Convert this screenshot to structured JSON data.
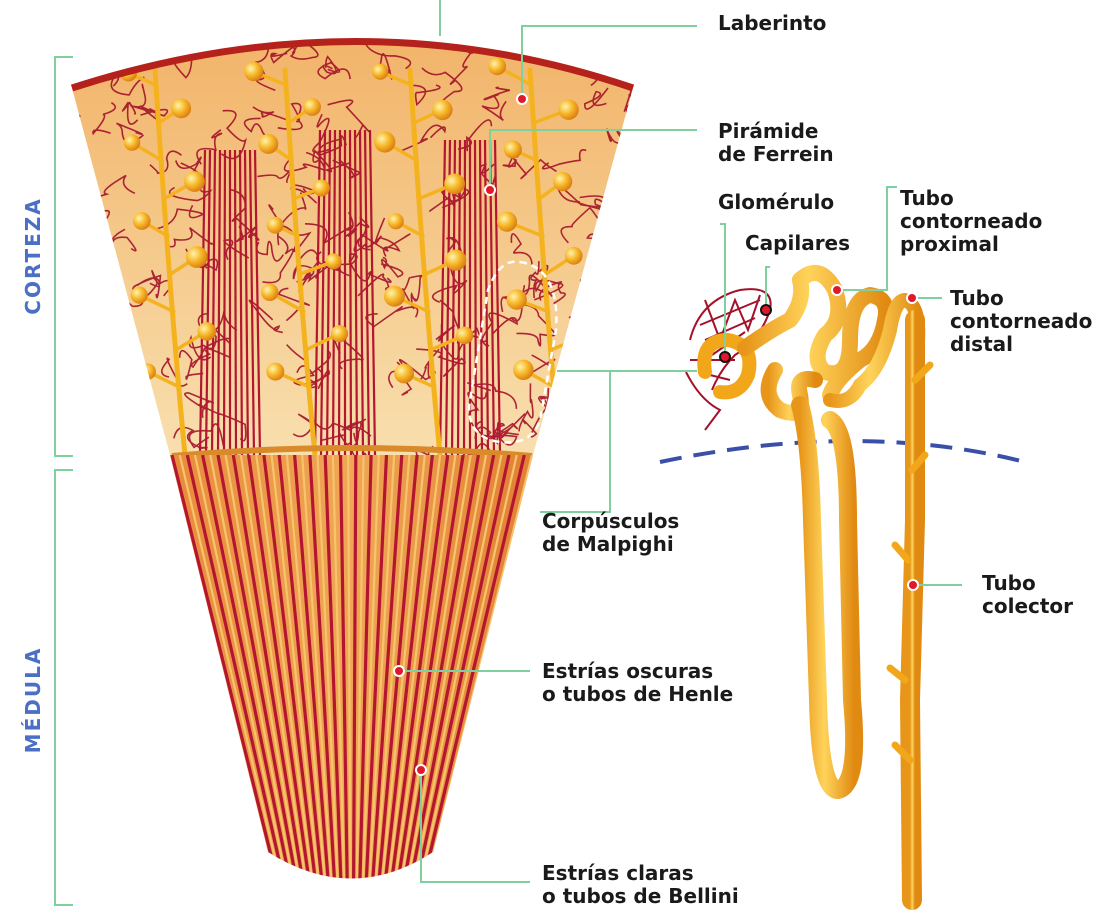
{
  "labels": {
    "laberinto": "Laberinto",
    "piramide_1": "Pirámide",
    "piramide_2": "de Ferrein",
    "glomerulo": "Glomérulo",
    "capilares": "Capilares",
    "proximal_1": "Tubo",
    "proximal_2": "contorneado",
    "proximal_3": "proximal",
    "distal_1": "Tubo",
    "distal_2": "contorneado",
    "distal_3": "distal",
    "corpusculos_1": "Corpúsculos",
    "corpusculos_2": "de Malpighi",
    "colector_1": "Tubo",
    "colector_2": "colector",
    "oscuras_1": "Estrías oscuras",
    "oscuras_2": "o tubos de Henle",
    "claras_1": "Estrías claras",
    "claras_2": "o tubos de Bellini"
  },
  "sections": {
    "cortex": "CORTEZA",
    "medulla": "MÉDULA"
  },
  "colors": {
    "section_label": "#4a6fc4",
    "leader_line": "#7fcf9f",
    "bracket": "#7fcf9f",
    "vessel": "#a3122a",
    "tubule": "#f6b21c",
    "boundary_dash": "#3a4fa8",
    "marker": "#e0182c"
  }
}
